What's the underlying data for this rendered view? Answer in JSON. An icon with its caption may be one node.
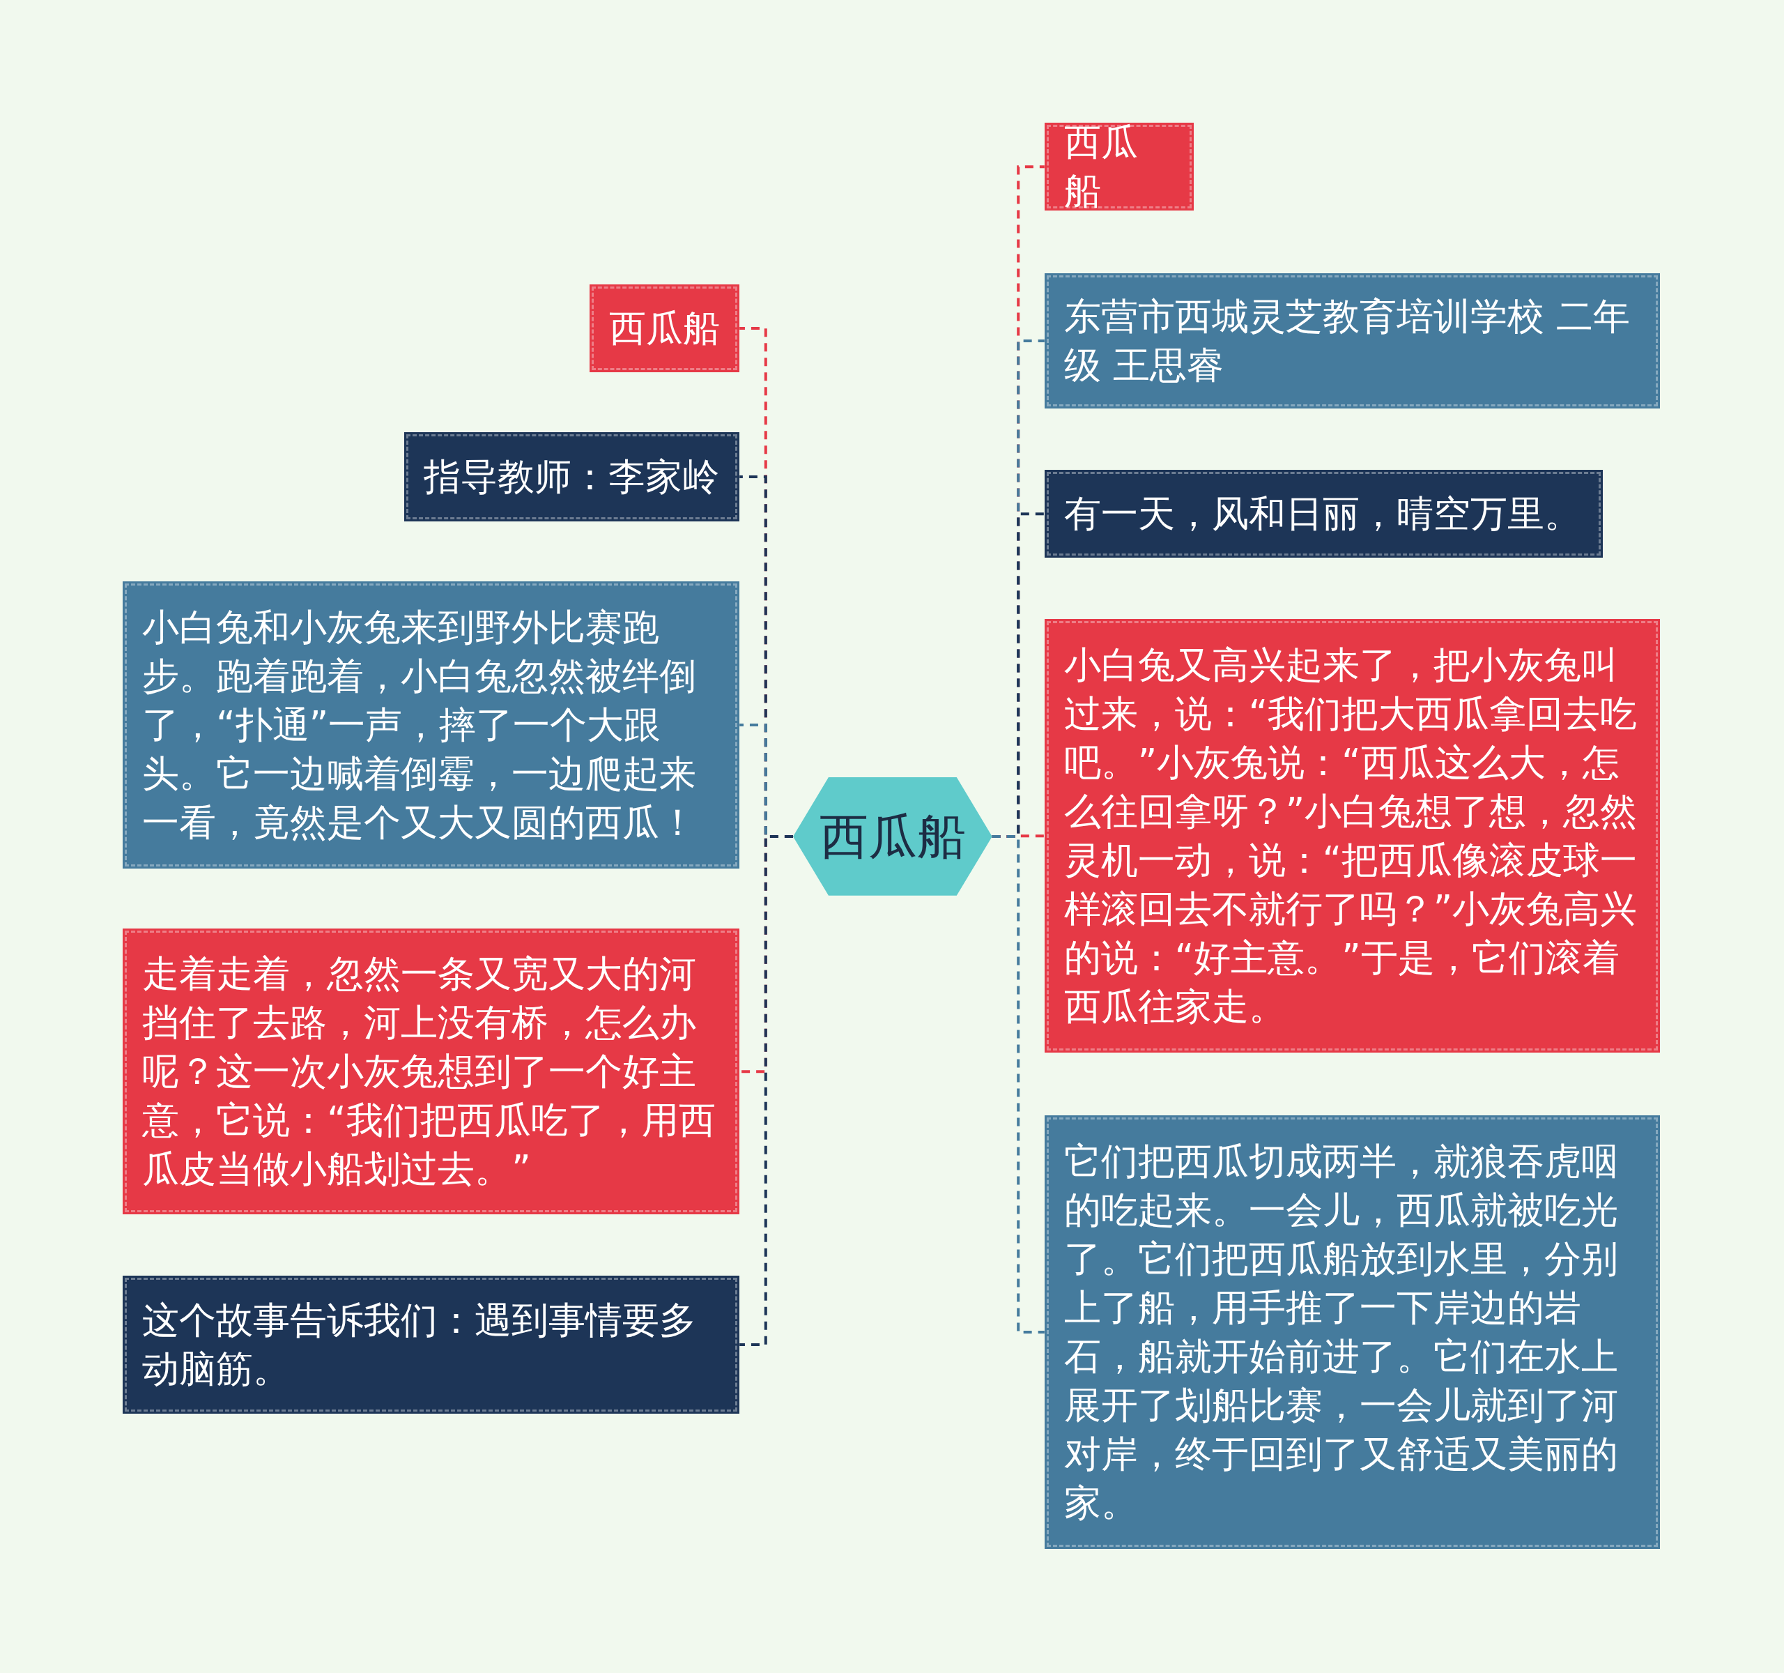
{
  "diagram": {
    "nodes": [
      {
        "text": [
          "西瓜船"
        ]
      },
      {
        "text": [
          "西瓜船"
        ]
      },
      {
        "text": [
          "指导教师：李家岭"
        ]
      },
      {
        "text": [
          "小白兔和小灰兔来到野外比赛跑步。跑着跑着，小白兔忽然被绊倒了，“扑通”一声，摔了一个大跟头。它一边喊着倒霉，一边爬起来一看，竟然是个又大又圆的西瓜！"
        ]
      },
      {
        "text": [
          "走着走着，忽然一条又宽又大的河挡住了去路，河上没有桥，怎么办呢？这一次小灰兔想到了一个好主意，它说：“我们把西瓜吃了，用西瓜皮当做小船划过去。”"
        ]
      },
      {
        "text": [
          "这个故事告诉我们：遇到事情要多动脑筋。"
        ]
      },
      {
        "text": [
          "西瓜船"
        ]
      },
      {
        "text": [
          "东营市西城灵芝教育培训学校 二年级 王思睿"
        ]
      },
      {
        "text": [
          "有一天，风和日丽，晴空万里。"
        ]
      },
      {
        "text": [
          "小白兔又高兴起来了，把小灰兔叫过来，说：“我们把大西瓜拿回去吃吧。”小灰兔说：“西瓜这么大，怎么往回拿呀？”小白兔想了想，忽然灵机一动，说：“把西瓜像滚皮球一样滚回去不就行了吗？”小灰兔高兴的说：“好主意。”于是，它们滚着西瓜往家走。"
        ]
      },
      {
        "text": [
          "它们把西瓜切成两半，就狼吞虎咽的吃起来。一会儿，西瓜就被吃光了。它们把西瓜船放到水里，分别上了船，用手推了一下岸边的岩石，船就开始前进了。它们在水上展开了划船比赛，一会儿就到了河对岸，终于回到了又舒适又美丽的家。"
        ]
      }
    ],
    "edges": [
      {
        "from": 0,
        "to": 1,
        "arrow": "none",
        "style": "dashed",
        "color": "#e63946"
      },
      {
        "from": 0,
        "to": 2,
        "arrow": "none",
        "style": "dashed",
        "color": "#1d3557"
      },
      {
        "from": 0,
        "to": 3,
        "arrow": "none",
        "style": "dashed",
        "color": "#457b9d"
      },
      {
        "from": 0,
        "to": 4,
        "arrow": "none",
        "style": "dashed",
        "color": "#e63946"
      },
      {
        "from": 0,
        "to": 5,
        "arrow": "none",
        "style": "dashed",
        "color": "#1d3557"
      },
      {
        "from": 0,
        "to": 6,
        "arrow": "none",
        "style": "dashed",
        "color": "#e63946"
      },
      {
        "from": 0,
        "to": 7,
        "arrow": "none",
        "style": "dashed",
        "color": "#457b9d"
      },
      {
        "from": 0,
        "to": 8,
        "arrow": "none",
        "style": "dashed",
        "color": "#1d3557"
      },
      {
        "from": 0,
        "to": 9,
        "arrow": "none",
        "style": "dashed",
        "color": "#e63946"
      },
      {
        "from": 0,
        "to": 10,
        "arrow": "none",
        "style": "dashed",
        "color": "#457b9d"
      }
    ]
  }
}
